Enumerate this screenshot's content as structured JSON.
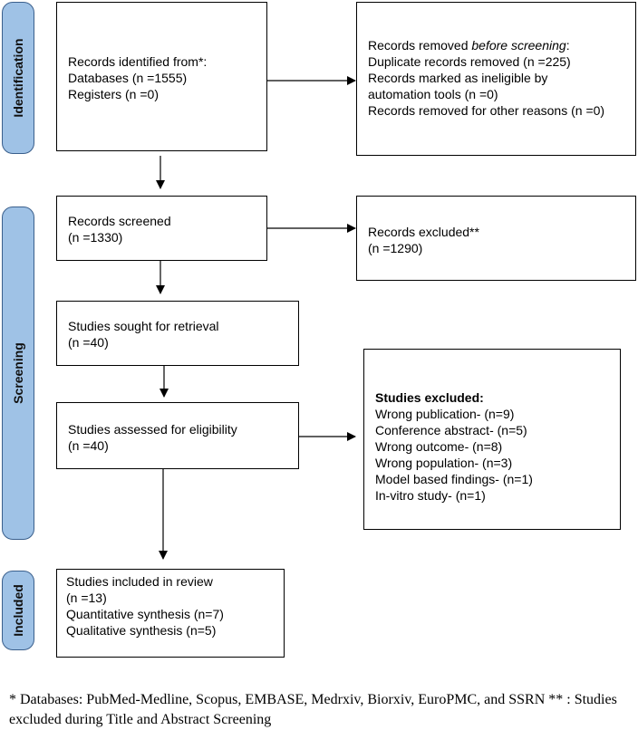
{
  "phases": {
    "identification": "Identification",
    "screening": "Screening",
    "included": "Included"
  },
  "identified": {
    "title": "Records identified from*:",
    "line1": "Databases (n =1555)",
    "line2": "Registers (n =0)"
  },
  "removed": {
    "title_prefix": "Records removed ",
    "title_emphasis": "before screening",
    "title_suffix": ":",
    "line1": "Duplicate records removed (n =225)",
    "line2": "Records marked as ineligible by",
    "line3": "automation tools (n =0)",
    "line4": "Records removed for other reasons (n =0)"
  },
  "screened": {
    "title": "Records screened",
    "count": "(n =1330)"
  },
  "excluded": {
    "title": "Records excluded**",
    "count": "(n =1290)"
  },
  "sought": {
    "title": "Studies sought for retrieval",
    "count": "(n =40)"
  },
  "assessed": {
    "title": "Studies assessed for eligibility",
    "count": "(n =40)"
  },
  "studies_excluded": {
    "title": "Studies excluded:",
    "items": [
      "Wrong publication- (n=9)",
      "Conference abstract- (n=5)",
      "Wrong outcome- (n=8)",
      "Wrong population- (n=3)",
      "Model based findings- (n=1)",
      "In-vitro study- (n=1)"
    ]
  },
  "included": {
    "title": "Studies included in review",
    "count": "(n =13)",
    "line1": "Quantitative synthesis (n=7)",
    "line2": "Qualitative synthesis (n=5)"
  },
  "footnote": "* Databases: PubMed-Medline, Scopus, EMBASE, Medrxiv, Biorxiv, EuroPMC, and SSRN ** : Studies excluded during Title and Abstract Screening"
}
